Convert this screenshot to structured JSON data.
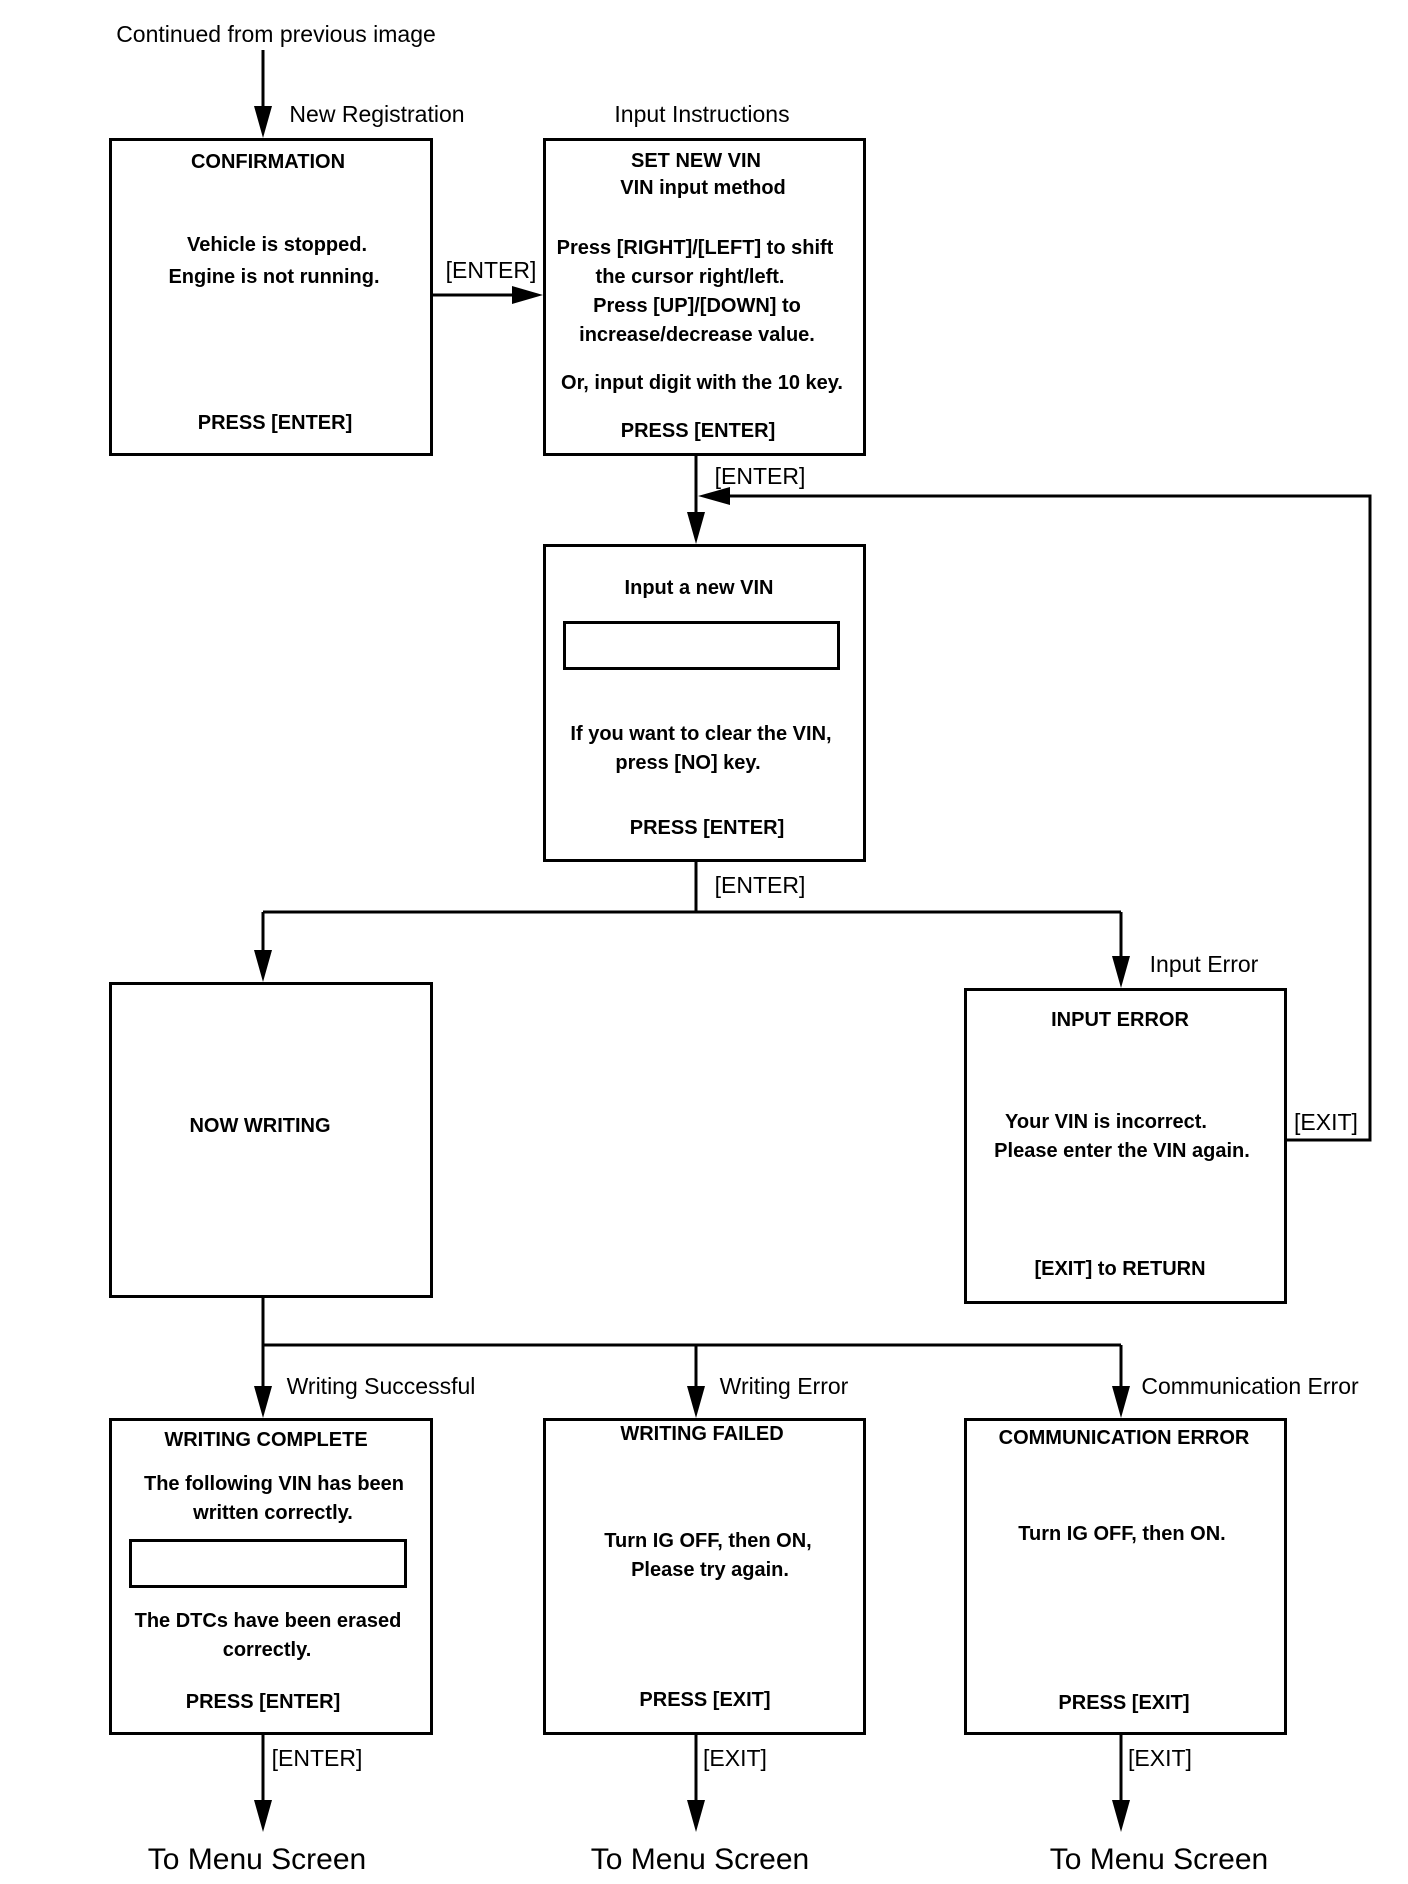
{
  "header": {
    "continued": "Continued from previous image"
  },
  "labels": {
    "new_registration": "New Registration",
    "input_instructions": "Input Instructions",
    "input_error": "Input Error",
    "writing_successful": "Writing Successful",
    "writing_error": "Writing Error",
    "communication_error": "Communication Error",
    "enter_1": "[ENTER]",
    "enter_2": "[ENTER]",
    "enter_3": "[ENTER]",
    "enter_4": "[ENTER]",
    "exit_loop": "[EXIT]",
    "exit_2": "[EXIT]",
    "exit_3": "[EXIT]"
  },
  "boxes": {
    "confirmation": {
      "title": "CONFIRMATION",
      "line1": "Vehicle is stopped.",
      "line2": "Engine is not running.",
      "footer": "PRESS [ENTER]"
    },
    "set_vin": {
      "title": "SET NEW VIN",
      "subtitle": "VIN input method",
      "line1": "Press [RIGHT]/[LEFT] to shift",
      "line2": "the cursor right/left.",
      "line3": "Press [UP]/[DOWN] to",
      "line4": "increase/decrease value.",
      "line5": "Or, input digit with the 10 key.",
      "footer": "PRESS [ENTER]"
    },
    "input_vin": {
      "title": "Input a new VIN",
      "line1": "If you want to clear the VIN,",
      "line2": "press [NO] key.",
      "footer": "PRESS [ENTER]"
    },
    "now_writing": {
      "title": "NOW WRITING"
    },
    "input_error": {
      "title": "INPUT ERROR",
      "line1": "Your VIN is incorrect.",
      "line2": "Please enter the VIN again.",
      "footer": "[EXIT] to RETURN"
    },
    "writing_complete": {
      "title": "WRITING COMPLETE",
      "line1": "The following VIN has been",
      "line2": "written correctly.",
      "line3": "The DTCs have been erased",
      "line4": "correctly.",
      "footer": "PRESS [ENTER]"
    },
    "writing_failed": {
      "title": "WRITING FAILED",
      "line1": "Turn IG OFF, then ON,",
      "line2": "Please try again.",
      "footer": "PRESS [EXIT]"
    },
    "comm_error": {
      "title": "COMMUNICATION ERROR",
      "line1": "Turn IG OFF, then ON.",
      "footer": "PRESS [EXIT]"
    }
  },
  "footer": {
    "to_menu_1": "To Menu Screen",
    "to_menu_2": "To Menu Screen",
    "to_menu_3": "To Menu Screen"
  }
}
